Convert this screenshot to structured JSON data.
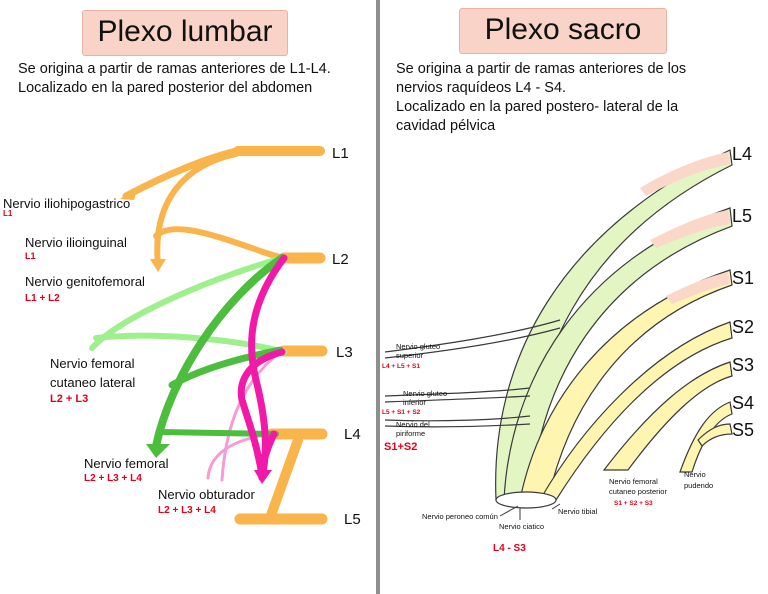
{
  "left": {
    "title": "Plexo lumbar",
    "description": [
      "Se origina a partir de ramas anteriores de L1-L4.",
      "Localizado en la pared posterior del abdomen"
    ],
    "roots": [
      "L1",
      "L2",
      "L3",
      "L4",
      "L5"
    ],
    "nerves": [
      {
        "name": "Nervio iliohipogastrico",
        "roots": "L1"
      },
      {
        "name": "Nervio ilioinguinal",
        "roots": "L1"
      },
      {
        "name": "Nervio genitofemoral",
        "roots": "L1 + L2"
      },
      {
        "name": "Nervio femoral cutaneo lateral",
        "name_lines": [
          "Nervio femoral",
          "cutaneo lateral"
        ],
        "roots": "L2 + L3"
      },
      {
        "name": "Nervio femoral",
        "roots": "L2 + L3 + L4"
      },
      {
        "name": "Nervio obturador",
        "roots": "L2 + L3 + L4"
      }
    ],
    "colors": {
      "orange": "#f9b44c",
      "light_green": "#9ef08c",
      "green": "#4cbd3c",
      "magenta": "#f11aa8",
      "pink": "#f59bd6"
    }
  },
  "right": {
    "title": "Plexo sacro",
    "description": [
      "Se origina a partir de ramas anteriores de los",
      "nervios raquídeos L4 - S4.",
      "Localizado en la pared postero- lateral de la",
      "cavidad pélvica"
    ],
    "roots": [
      "L4",
      "L5",
      "S1",
      "S2",
      "S3",
      "S4",
      "S5"
    ],
    "nerves": [
      {
        "name_lines": [
          "Nervio gluteo",
          "superior"
        ],
        "roots": "L4 + L5 + S1"
      },
      {
        "name_lines": [
          "Nervio gluteo",
          "inferior"
        ],
        "roots": "L5 + S1 + S2"
      },
      {
        "name_lines": [
          "Nervio del",
          "piriforme"
        ],
        "roots": "S1+S2"
      },
      {
        "name_lines": [
          "Nervio femoral",
          "cutaneo posterior"
        ],
        "roots": "S1 + S2 + S3"
      },
      {
        "name_lines": [
          "Nervio",
          "pudendo"
        ],
        "roots": ""
      },
      {
        "name_lines": [
          "Nervio peroneo común"
        ],
        "roots": ""
      },
      {
        "name_lines": [
          "Nervio ciatico"
        ],
        "roots": "L4 - S3"
      },
      {
        "name_lines": [
          "Nervio tibial"
        ],
        "roots": ""
      }
    ],
    "colors": {
      "pale_green": "#e3f5c2",
      "pale_yellow": "#fdf5b0",
      "pale_pink": "#fad7c8",
      "outline": "#3a3a3a"
    }
  }
}
